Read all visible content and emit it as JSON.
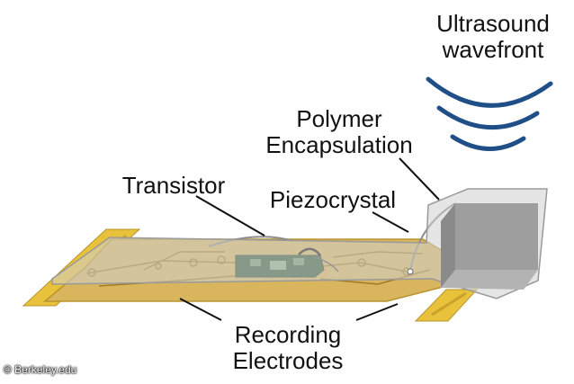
{
  "labels": {
    "ultrasound_line1": "Ultrasound",
    "ultrasound_line2": "wavefront",
    "polymer_line1": "Polymer",
    "polymer_line2": "Encapsulation",
    "transistor": "Transistor",
    "piezo": "Piezocrystal",
    "recording_line1": "Recording",
    "recording_line2": "Electrodes"
  },
  "credit": "© Berkeley.edu",
  "colors": {
    "wave": "#1f4f86",
    "board": "#d9b55e",
    "board_edge": "#b8942e",
    "electrode_pad": "#e8c23a",
    "encapsulation": "#cfcfcf",
    "crystal": "#9e9e9e",
    "chip": "#2f5a34",
    "leader": "#111111"
  }
}
